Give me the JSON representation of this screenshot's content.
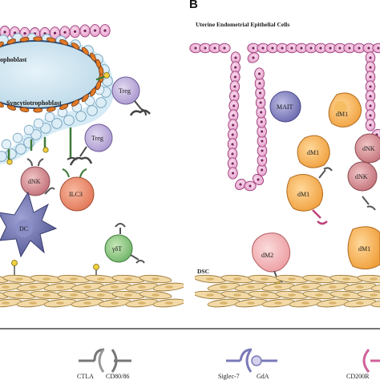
{
  "panel": {
    "letter": "B"
  },
  "title": "Uterine Endometrial Epithelial Cells",
  "labels": {
    "trophoblast": "ophoblast",
    "syncytiotrophoblast": "Syncytiotrophoblast",
    "dsc": "DSC"
  },
  "cells": {
    "treg1": "Treg",
    "treg2": "Treg",
    "dnk_left": "dNK",
    "ilc3": "ILC3",
    "dc": "DC",
    "gdt": "γδT",
    "mait": "MAIT",
    "dm1_a": "dM1",
    "dm1_b": "dM1",
    "dm1_c": "dM1",
    "dm1_d": "dM1",
    "dnk_r1": "dNK",
    "dnk_r2": "dNK",
    "dm2": "dM2"
  },
  "legend": {
    "ctla": "CTLA",
    "cd80": "CD80/86",
    "siglec": "Siglec-7",
    "gda": "GdA",
    "cd200r": "CD200R"
  },
  "colors": {
    "epithelium": "#e9a8cf",
    "trophoblast_membrane": "#e0802e",
    "syncytio_bubble": "#bcd9e8",
    "treg": "#b9a7d6",
    "dnk": "#c87a80",
    "ilc3": "#e8866a",
    "dc": "#6b6fa8",
    "gdt": "#7cbf76",
    "mait": "#7e7cba",
    "dm1": "#f3a64d",
    "dm2": "#f1b2b5",
    "stroma": "#f0d6a0"
  }
}
